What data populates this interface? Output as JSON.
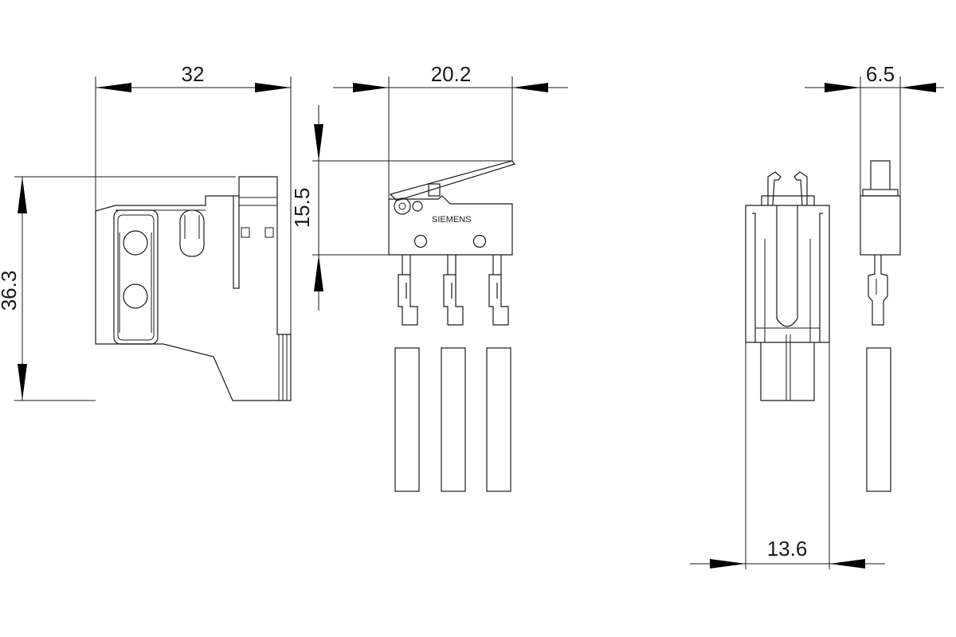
{
  "dimensions": {
    "side_width": "32",
    "side_height": "36.3",
    "front_width": "20.2",
    "front_height": "15.5",
    "end_width_top": "6.5",
    "end_width_bottom": "13.6"
  },
  "brand_label": "SIEMENS",
  "colors": {
    "line": "#1a1a1a",
    "arrow": "#000000",
    "background": "#ffffff"
  }
}
